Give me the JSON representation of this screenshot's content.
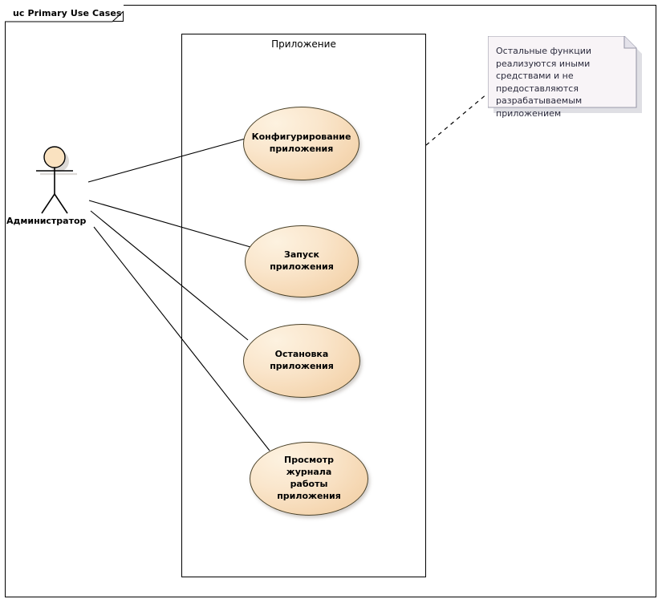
{
  "diagram": {
    "frame_title": "uc Primary Use Cases",
    "type": "use-case-diagram",
    "boundary_label": "Приложение",
    "actor": {
      "name": "Администратор",
      "icon": "stick-figure-actor-icon"
    },
    "use_cases": [
      {
        "id": "configure",
        "label": "Конфигурирование\nприложения"
      },
      {
        "id": "start",
        "label": "Запуск приложения"
      },
      {
        "id": "stop",
        "label": "Остановка\nприложения"
      },
      {
        "id": "viewlog",
        "label": "Просмотр журнала\nработы приложения"
      }
    ],
    "note": {
      "text": "Остальные функции реализуются иными средствами и не предоставляются разрабатываемым приложением"
    },
    "associations": [
      {
        "from": "Администратор",
        "to": "Конфигурирование приложения"
      },
      {
        "from": "Администратор",
        "to": "Запуск приложения"
      },
      {
        "from": "Администратор",
        "to": "Остановка приложения"
      },
      {
        "from": "Администратор",
        "to": "Просмотр журнала работы приложения"
      }
    ],
    "note_anchor": {
      "from": "note",
      "to": "Приложение",
      "style": "dashed"
    },
    "colors": {
      "use_case_fill": "#f7dfbe",
      "use_case_fill_light": "#fdf2e0",
      "use_case_border": "#4a4128",
      "actor_head_fill": "#fae2c0",
      "note_fill": "#f8f4f7",
      "note_border": "#9a9aaa",
      "line": "#000000",
      "frame_border": "#000000",
      "background": "#ffffff"
    }
  }
}
